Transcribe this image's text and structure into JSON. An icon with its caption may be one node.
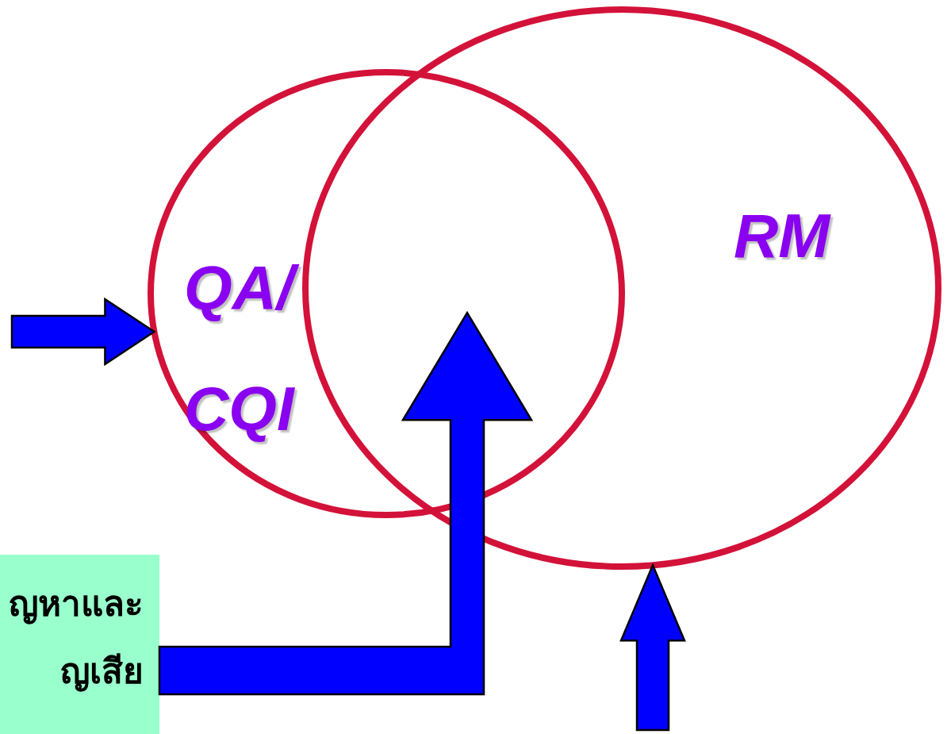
{
  "diagram": {
    "nodes": [
      {
        "text": [
          "QA/ CQI"
        ]
      },
      {
        "text": [
          "RM"
        ]
      },
      {
        "text": [
          "ญหาและ",
          "ญเสีย"
        ]
      }
    ],
    "edges": [
      {
        "from": null,
        "to": 0,
        "arrow": "to"
      },
      {
        "from": 2,
        "to": 1,
        "arrow": "to"
      },
      {
        "from": null,
        "to": 1,
        "arrow": "to"
      }
    ]
  }
}
